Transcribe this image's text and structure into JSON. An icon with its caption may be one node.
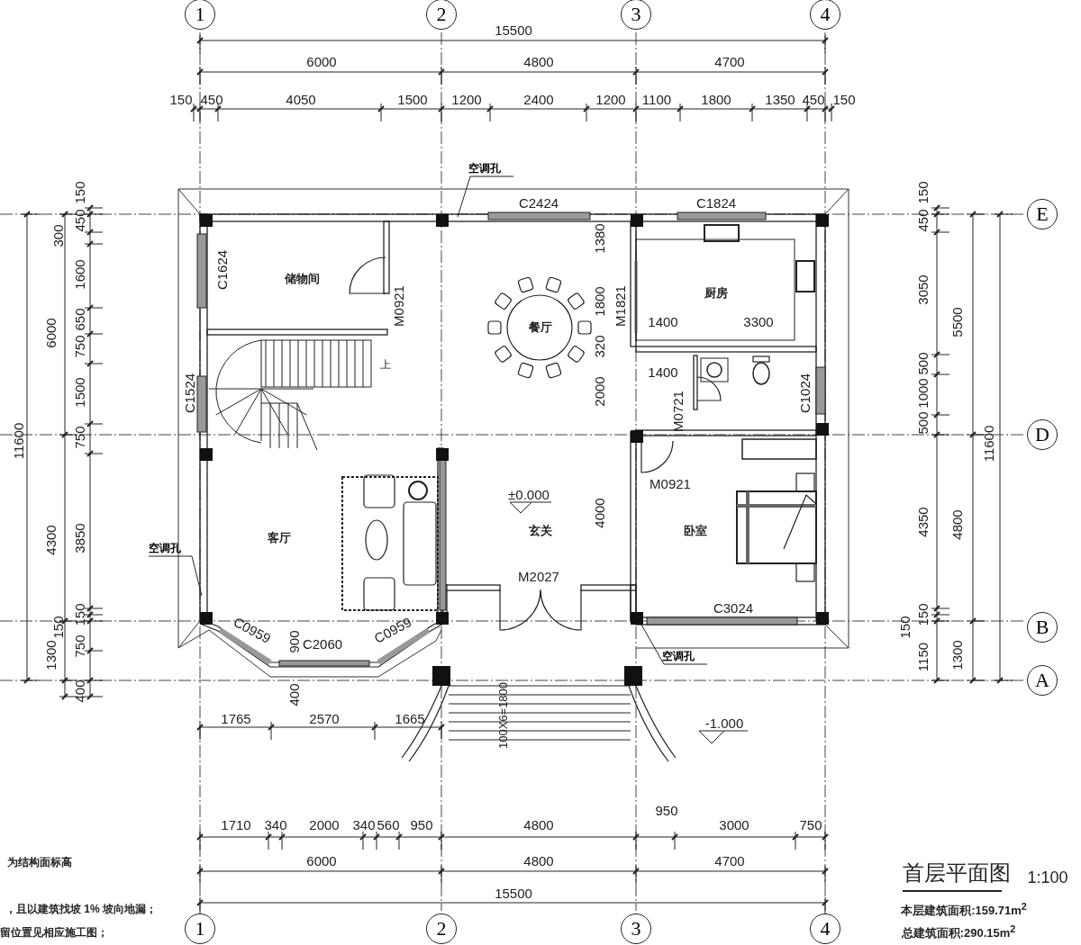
{
  "diagram": {
    "title": "首层平面图",
    "nodes": [
      {
        "text": [
          "储物间"
        ]
      },
      {
        "text": [
          "餐厅"
        ]
      },
      {
        "text": [
          "厨房"
        ]
      },
      {
        "text": [
          "客厅"
        ]
      },
      {
        "text": [
          "玄关"
        ]
      },
      {
        "text": [
          "卧室"
        ]
      },
      {
        "text": [
          "空调孔"
        ]
      },
      {
        "text": [
          "空调孔"
        ]
      },
      {
        "text": [
          "空调孔"
        ]
      },
      {
        "text": [
          "1"
        ]
      },
      {
        "text": [
          "2"
        ]
      },
      {
        "text": [
          "3"
        ]
      },
      {
        "text": [
          "4"
        ]
      },
      {
        "text": [
          "1"
        ]
      },
      {
        "text": [
          "2"
        ]
      },
      {
        "text": [
          "3"
        ]
      },
      {
        "text": [
          "4"
        ]
      },
      {
        "text": [
          "E"
        ]
      },
      {
        "text": [
          "D"
        ]
      },
      {
        "text": [
          "B"
        ]
      },
      {
        "text": [
          "A"
        ]
      }
    ],
    "edges": [
      {
        "from": 6,
        "to": null,
        "arrow": "none"
      },
      {
        "from": 7,
        "to": null,
        "arrow": "none"
      },
      {
        "from": 8,
        "to": null,
        "arrow": "none"
      }
    ],
    "labels": [
      "15500",
      "6000",
      "4800",
      "4700",
      "150",
      "450",
      "4050",
      "1500",
      "1200",
      "2400",
      "1200",
      "1100",
      "1800",
      "1350",
      "450",
      "150",
      "150",
      "450",
      "300",
      "1600",
      "650",
      "750",
      "1500",
      "750",
      "3850",
      "150",
      "150",
      "750",
      "400",
      "6000",
      "4300",
      "1300",
      "11600",
      "150",
      "450",
      "3050",
      "500",
      "1000",
      "500",
      "4350",
      "150",
      "150",
      "1150",
      "5500",
      "11600",
      "4800",
      "1300",
      "1765",
      "2570",
      "1665",
      "1710",
      "340",
      "2000",
      "340",
      "560",
      "950",
      "4800",
      "950",
      "3000",
      "750",
      "6000",
      "4800",
      "4700",
      "15500",
      "C2424",
      "C1824",
      "C1624",
      "M0921",
      "M1821",
      "C1524",
      "C0959",
      "C2060",
      "C0959",
      "M2027",
      "C1024",
      "M0721",
      "M0921",
      "C3024",
      "1380",
      "1800",
      "320",
      "2000",
      "4000",
      "1400",
      "3300",
      "1400",
      "900",
      "400",
      "100X6=1800",
      "±0.000",
      "-1.000",
      "上",
      "1:100",
      "本层建筑面积:159.71m$^{2}$",
      "总建筑面积:290.15m$^{2}$",
      "为结构面标高",
      "，且以建筑找坡 1% 坡向地漏；",
      "留位置见相应施工图；"
    ]
  }
}
